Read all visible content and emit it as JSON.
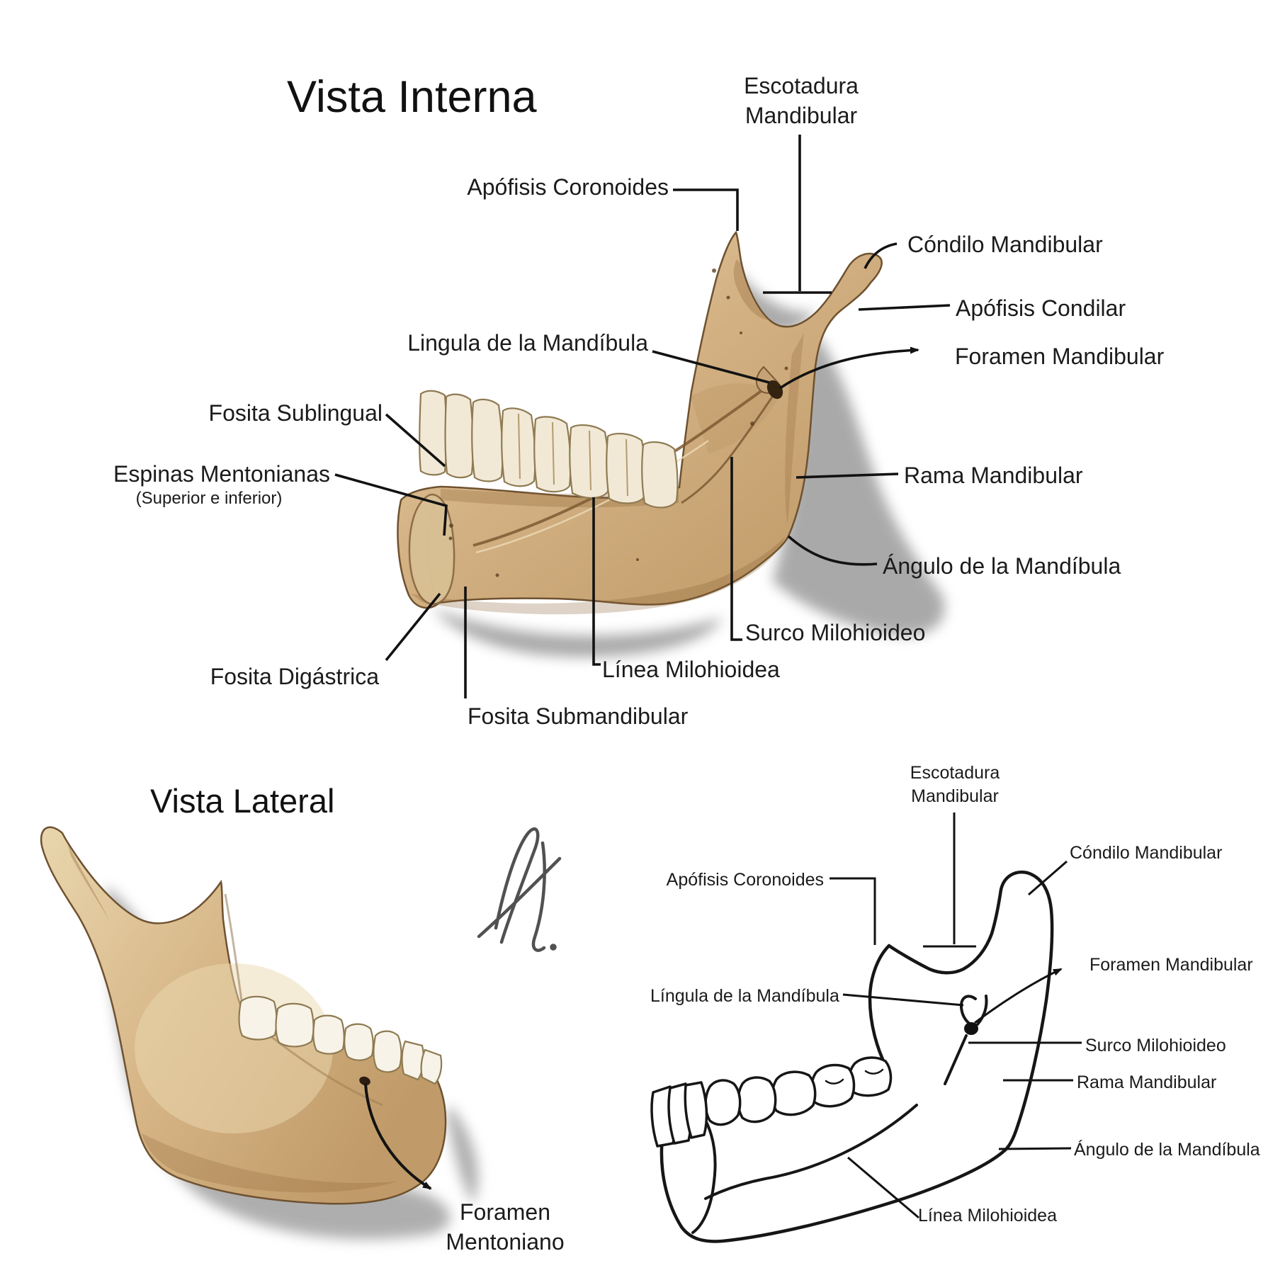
{
  "figure": {
    "background_color": "#ffffff",
    "text_color": "#1b1b1b",
    "leader_line_color": "#121212",
    "bone_color": "#c9a87c",
    "bone_highlight_color": "#ead9b4",
    "bone_dark_color": "#7c5a33",
    "teeth_color": "#f1e9d6",
    "shadow_color": "#9b9b9b",
    "sketch_stroke_color": "#161616"
  },
  "internal_view": {
    "title": "Vista Interna",
    "labels": {
      "escotadura_mandibular": "Escotadura Mandibular",
      "apofisis_coronoides": "Apófisis Coronoides",
      "condilo_mandibular": "Cóndilo Mandibular",
      "apofisis_condilar": "Apófisis Condilar",
      "foramen_mandibular": "Foramen Mandibular",
      "lingula": "Lingula de la Mandíbula",
      "fosita_sublingual": "Fosita Sublingual",
      "espinas_mentonianas": "Espinas Mentonianas",
      "espinas_mentonianas_sub": "(Superior e inferior)",
      "rama_mandibular": "Rama Mandibular",
      "angulo_mandibula": "Ángulo de la Mandíbula",
      "surco_milohioideo": "Surco Milohioideo",
      "fosita_digastrica": "Fosita Digástrica",
      "linea_milohioidea": "Línea Milohioidea",
      "fosita_submandibular": "Fosita Submandibular"
    }
  },
  "lateral_view": {
    "title": "Vista Lateral",
    "labels": {
      "foramen_mentoniano": "Foramen Mentoniano"
    }
  },
  "sketch_view": {
    "labels": {
      "escotadura_mandibular": "Escotadura Mandibular",
      "apofisis_coronoides": "Apófisis Coronoides",
      "condilo_mandibular": "Cóndilo Mandibular",
      "foramen_mandibular": "Foramen Mandibular",
      "lingula": "Língula de la Mandíbula",
      "surco_milohioideo": "Surco Milohioideo",
      "rama_mandibular": "Rama Mandibular",
      "angulo_mandibula": "Ángulo de la Mandíbula",
      "linea_milohioidea": "Línea Milohioidea"
    }
  }
}
